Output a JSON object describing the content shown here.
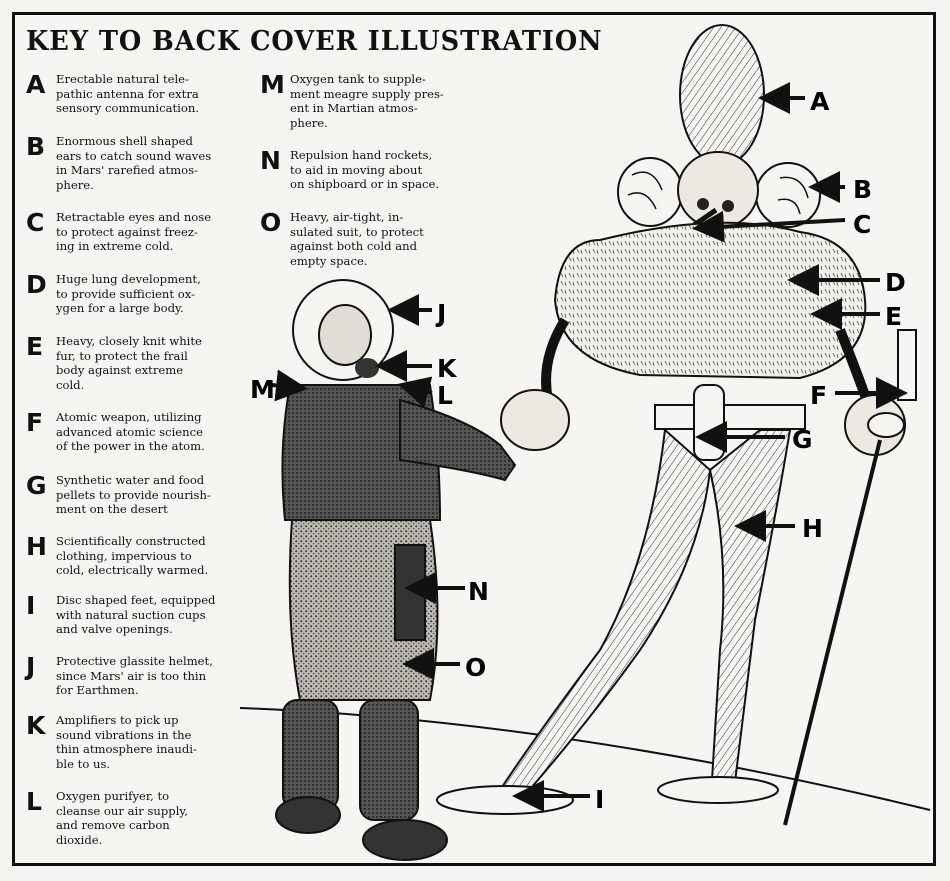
{
  "title": "KEY TO BACK COVER ILLUSTRATION",
  "keys": [
    {
      "letter": "A",
      "text": "Erectable natural tele-\npathic antenna for extra\nsensory communication."
    },
    {
      "letter": "B",
      "text": "Enormous shell shaped\nears to catch sound waves\nin Mars' rarefied atmos-\nphere."
    },
    {
      "letter": "C",
      "text": "Retractable eyes and nose\nto protect against freez-\ning in extreme cold."
    },
    {
      "letter": "D",
      "text": "Huge lung development,\nto provide sufficient ox-\nygen for a large body."
    },
    {
      "letter": "E",
      "text": "Heavy, closely knit white\nfur, to protect the frail\nbody against extreme\ncold."
    },
    {
      "letter": "F",
      "text": "Atomic weapon, utilizing\nadvanced atomic science\nof the power in the atom."
    },
    {
      "letter": "G",
      "text": "Synthetic water and food\npellets to provide nourish-\nment on the desert"
    },
    {
      "letter": "H",
      "text": "Scientifically constructed\nclothing, impervious to\ncold, electrically warmed."
    },
    {
      "letter": "I",
      "text": "Disc shaped feet, equipped\nwith natural suction cups\nand valve openings."
    },
    {
      "letter": "J",
      "text": "Protective glassite helmet,\nsince Mars' air is too thin\nfor Earthmen."
    },
    {
      "letter": "K",
      "text": "Amplifiers to pick up\nsound vibrations in the\nthin atmosphere inaudi-\nble to us."
    },
    {
      "letter": "L",
      "text": "Oxygen purifyer, to\ncleanse our air supply,\nand remove carbon\ndioxide."
    },
    {
      "letter": "M",
      "text": "Oxygen tank to supple-\nment meagre supply pres-\nent in Martian atmos-\nphere."
    },
    {
      "letter": "N",
      "text": "Repulsion hand rockets,\nto aid in moving about\non shipboard or in space."
    },
    {
      "letter": "O",
      "text": "Heavy, air-tight, in-\nsulated suit, to protect\nagainst both cold and\nempty space."
    }
  ],
  "callouts": [
    "A",
    "B",
    "C",
    "D",
    "E",
    "F",
    "G",
    "H",
    "I",
    "J",
    "K",
    "L",
    "M",
    "N",
    "O"
  ]
}
